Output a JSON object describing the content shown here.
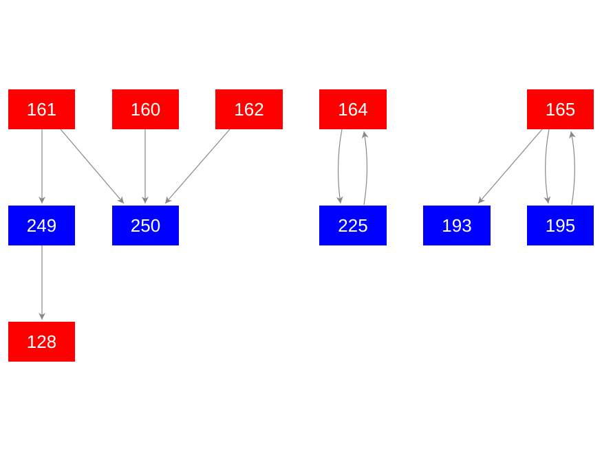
{
  "colors": {
    "red": "#ff0000",
    "blue": "#0000ff",
    "edge": "#888888",
    "label": "#ffffff"
  },
  "nodes": [
    {
      "id": "n161",
      "label": "161",
      "color": "red"
    },
    {
      "id": "n160",
      "label": "160",
      "color": "red"
    },
    {
      "id": "n162",
      "label": "162",
      "color": "red"
    },
    {
      "id": "n164",
      "label": "164",
      "color": "red"
    },
    {
      "id": "n165",
      "label": "165",
      "color": "red"
    },
    {
      "id": "n249",
      "label": "249",
      "color": "blue"
    },
    {
      "id": "n250",
      "label": "250",
      "color": "blue"
    },
    {
      "id": "n225",
      "label": "225",
      "color": "blue"
    },
    {
      "id": "n193",
      "label": "193",
      "color": "blue"
    },
    {
      "id": "n195",
      "label": "195",
      "color": "blue"
    },
    {
      "id": "n128",
      "label": "128",
      "color": "red"
    }
  ],
  "edges": [
    {
      "from": "n161",
      "to": "n249"
    },
    {
      "from": "n161",
      "to": "n250"
    },
    {
      "from": "n160",
      "to": "n250"
    },
    {
      "from": "n162",
      "to": "n250"
    },
    {
      "from": "n249",
      "to": "n128"
    },
    {
      "from": "n164",
      "to": "n225"
    },
    {
      "from": "n225",
      "to": "n164"
    },
    {
      "from": "n165",
      "to": "n193"
    },
    {
      "from": "n165",
      "to": "n195"
    },
    {
      "from": "n195",
      "to": "n165"
    }
  ]
}
